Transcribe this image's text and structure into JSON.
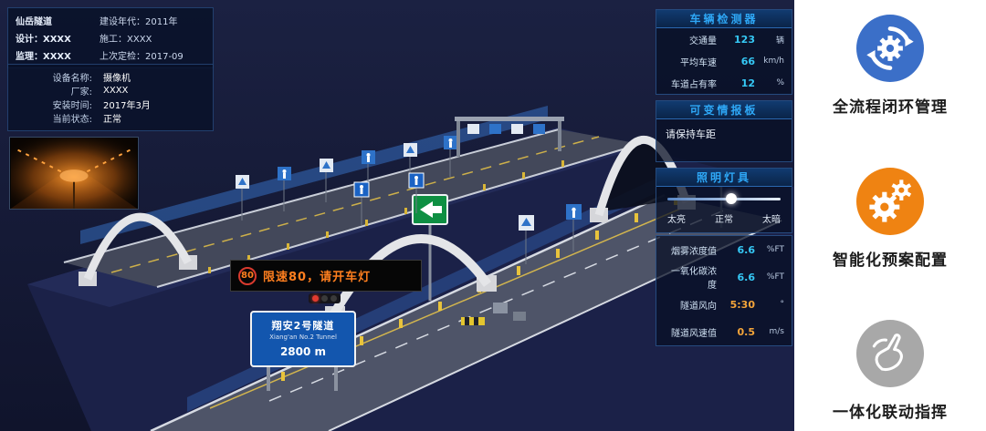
{
  "colors": {
    "accent_cyan": "#35c8f5",
    "accent_orange": "#f5a53a",
    "panel_header_blue": "#2ea8f7",
    "sidebar_icon_blue": "#3b6fc8",
    "sidebar_icon_orange": "#ef8312",
    "sidebar_icon_gray": "#a8a8a8",
    "led_text_orange": "#ff7f1f",
    "scene_background": "#141834"
  },
  "info_panel": {
    "rows": [
      {
        "left": "仙岳隧道",
        "right": "建设年代：2011年"
      },
      {
        "left": "设计：XXXX",
        "right": "施工：XXXX"
      },
      {
        "left": "监理：XXXX",
        "right": "上次定检：2017-09"
      }
    ]
  },
  "device_panel": {
    "rows": [
      {
        "label": "设备名称:",
        "value": "摄像机"
      },
      {
        "label": "厂家:",
        "value": "XXXX"
      },
      {
        "label": "安装时间:",
        "value": "2017年3月"
      },
      {
        "label": "当前状态:",
        "value": "正常"
      }
    ]
  },
  "vehicle_detector": {
    "title": "车辆检测器",
    "rows": [
      {
        "label": "交通量",
        "value": "123",
        "unit": "辆"
      },
      {
        "label": "平均车速",
        "value": "66",
        "unit": "km/h"
      },
      {
        "label": "车道占有率",
        "value": "12",
        "unit": "%"
      }
    ]
  },
  "vms_panel": {
    "title": "可变情报板",
    "message": "请保持车距"
  },
  "lighting_panel": {
    "title": "照明灯具",
    "slider_percent": 52,
    "labels": [
      "太亮",
      "正常",
      "太暗"
    ]
  },
  "environment_panel": {
    "rows": [
      {
        "label": "烟雾浓度值",
        "value": "6.6",
        "unit": "%FT"
      },
      {
        "label": "一氧化碳浓度",
        "value": "6.6",
        "unit": "%FT"
      },
      {
        "label": "隧道风向",
        "value": "5:30",
        "unit": "°"
      },
      {
        "label": "隧道风速值",
        "value": "0.5",
        "unit": "m/s"
      }
    ]
  },
  "scene": {
    "led_board": {
      "badge": "80",
      "text": "限速80，请开车灯"
    },
    "road_sign": {
      "title": "翔安2号隧道",
      "subtitle": "Xiang'an No.2 Tunnel",
      "distance": "2800 m"
    }
  },
  "sidebar": {
    "items": [
      {
        "caption": "全流程闭环管理"
      },
      {
        "caption": "智能化预案配置"
      },
      {
        "caption": "一体化联动指挥"
      }
    ]
  }
}
